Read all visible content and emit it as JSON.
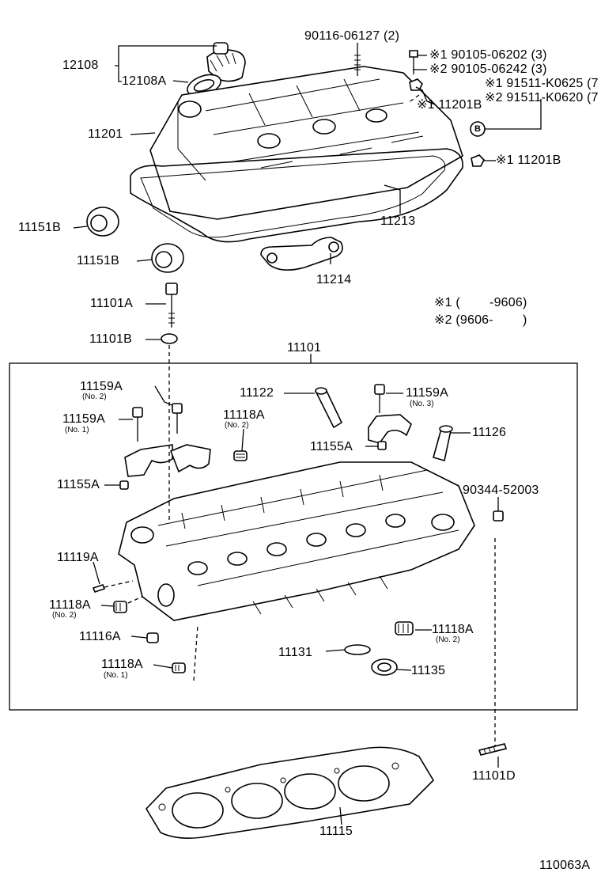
{
  "diagram_code": "110063A",
  "labels": {
    "p12108": "12108",
    "p12108A": "12108A",
    "p11201": "11201",
    "p90116": "90116-06127 (2)",
    "p90105a": "※1 90105-06202 (3)",
    "p90105b": "※2 90105-06242 (3)",
    "p91511a": "※1 91511-K0625 (7",
    "p91511b": "※2 91511-K0620 (7",
    "p11201B_top": "※1 11201B",
    "p11201B_right": "※1 11201B",
    "p11213": "11213",
    "p11214": "11214",
    "p11151B_1": "11151B",
    "p11151B_2": "11151B",
    "p11101A": "11101A",
    "p11101B": "11101B",
    "p11101": "11101",
    "note1": "※1 (        -9606)",
    "note2": "※2 (9606-        )",
    "p11159A_no2": "11159A",
    "p11159A_no2_sub": "(No. 2)",
    "p11159A_no1": "11159A",
    "p11159A_no1_sub": "(No. 1)",
    "p11122": "11122",
    "p11118A_no2_top": "11118A",
    "p11118A_no2_top_sub": "(No. 2)",
    "p11159A_no3": "11159A",
    "p11159A_no3_sub": "(No. 3)",
    "p11155A_right": "11155A",
    "p11126": "11126",
    "p11155A_left": "11155A",
    "p90344": "90344-52003",
    "p11119A": "11119A",
    "p11118A_no2_left": "11118A",
    "p11118A_no2_left_sub": "(No. 2)",
    "p11116A": "11116A",
    "p11118A_no2_right": "11118A",
    "p11118A_no2_right_sub": "(No. 2)",
    "p11131": "11131",
    "p11135": "11135",
    "p11118A_no1": "11118A",
    "p11118A_no1_sub": "(No. 1)",
    "p11101D": "11101D",
    "p11115": "11115",
    "circle_B": "B"
  }
}
